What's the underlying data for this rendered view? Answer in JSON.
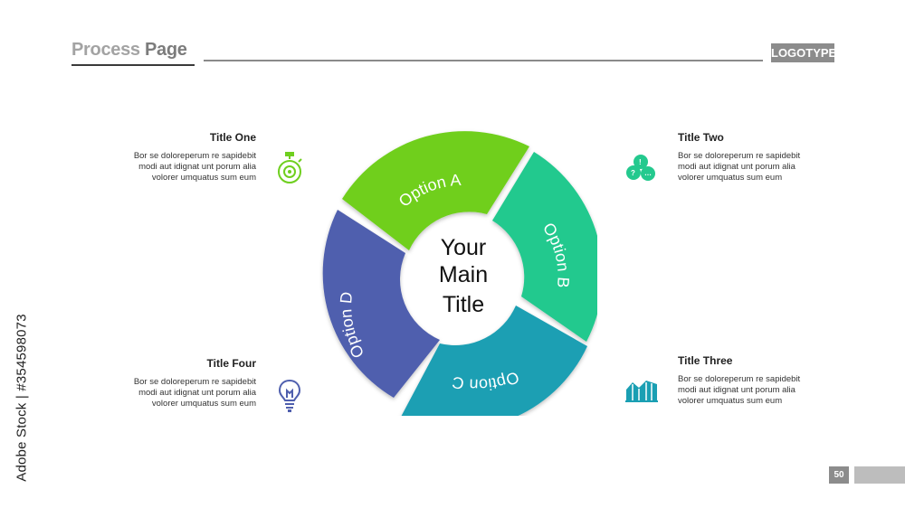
{
  "header": {
    "title_part1": "Process ",
    "title_part2": "Page",
    "logotype": "LOGOTYPE"
  },
  "center_title": {
    "line1": "Your",
    "line2": "Main",
    "line3": "Title"
  },
  "segments": [
    {
      "label": "Option A",
      "color": "#6fcf1f"
    },
    {
      "label": "Option B",
      "color": "#24c98e"
    },
    {
      "label": "Option C",
      "color": "#1a9fb3"
    },
    {
      "label": "Option D",
      "color": "#4f5fae"
    }
  ],
  "blocks": [
    {
      "title": "Title One",
      "text_line1": "Bor se doloreperum re sapidebit",
      "text_line2": "modi aut idignat unt porum alia",
      "text_line3": "volorer umquatus sum eum",
      "icon": "stopwatch-icon",
      "icon_color": "#6fcf1f"
    },
    {
      "title": "Title Two",
      "text_line1": "Bor se doloreperum re sapidebit",
      "text_line2": "modi aut idignat unt porum alia",
      "text_line3": "volorer umquatus sum eum",
      "icon": "chat-bubbles-icon",
      "icon_color": "#24c98e"
    },
    {
      "title": "Title Three",
      "text_line1": "Bor se doloreperum re sapidebit",
      "text_line2": "modi aut idignat unt porum alia",
      "text_line3": "volorer umquatus sum eum",
      "icon": "growth-chart-icon",
      "icon_color": "#1a9fb3"
    },
    {
      "title": "Title Four",
      "text_line1": "Bor se doloreperum re sapidebit",
      "text_line2": "modi aut idignat unt porum alia",
      "text_line3": "volorer umquatus sum eum",
      "icon": "lightbulb-icon",
      "icon_color": "#4f5fae"
    }
  ],
  "footer": {
    "page_number": "50"
  },
  "watermark": "Adobe Stock | #354598073"
}
